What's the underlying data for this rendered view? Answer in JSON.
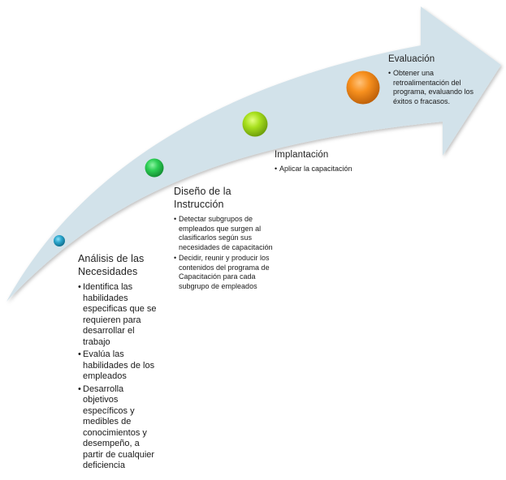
{
  "diagram": {
    "type": "curved-arrow-process",
    "arrow_color": "#d2e2ea",
    "stages": [
      {
        "id": "analysis",
        "title_lines": [
          "Análisis de las",
          "Necesidades"
        ],
        "title": "Análisis de las Necesidades",
        "ball_color": "#2ea8cf",
        "bullets": [
          "Identifica las habilidades especificas que se requieren para desarrollar el trabajo",
          "Evalúa las habilidades de los empleados",
          "Desarrolla objetivos específicos y medibles de conocimientos y desempeño, a partir de cualquier deficiencia"
        ]
      },
      {
        "id": "design",
        "title_lines": [
          "Diseño de la",
          "Instrucción"
        ],
        "title": "Diseño de la Instrucción",
        "ball_color": "#2ecf55",
        "bullets": [
          "Detectar subgrupos de empleados que surgen al clasificarlos según sus necesidades de capacitación",
          "Decidir, reunir y producir los contenidos del programa de Capacitación para cada subgrupo de empleados"
        ]
      },
      {
        "id": "implementation",
        "title_lines": [
          "Implantación"
        ],
        "title": "Implantación",
        "ball_color": "#a8e01e",
        "bullets": [
          "Aplicar la capacitación"
        ]
      },
      {
        "id": "evaluation",
        "title_lines": [
          "Evaluación"
        ],
        "title": "Evaluación",
        "ball_color": "#f7901e",
        "bullets": [
          "Obtener una retroalimentación del programa, evaluando los éxitos o fracasos."
        ]
      }
    ],
    "bullet_glyph": "•"
  }
}
